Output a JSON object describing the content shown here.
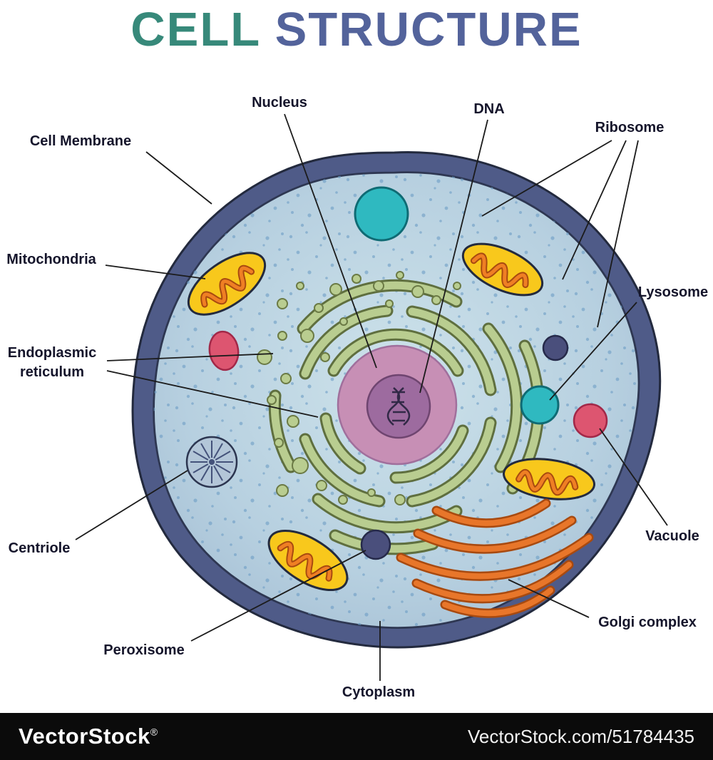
{
  "title": {
    "word1": "CELL",
    "word2": "STRUCTURE"
  },
  "labels": {
    "cell_membrane": "Cell Membrane",
    "nucleus": "Nucleus",
    "dna": "DNA",
    "ribosome": "Ribosome",
    "mitochondria": "Mitochondria",
    "lysosome": "Lysosome",
    "endoplasmic_reticulum": "Endoplasmic\nreticulum",
    "centriole": "Centriole",
    "vacuole": "Vacuole",
    "golgi_complex": "Golgi complex",
    "peroxisome": "Peroxisome",
    "cytoplasm": "Cytoplasm"
  },
  "watermark": {
    "brand": "VectorStock",
    "registered": "®",
    "site_id": "VectorStock.com/51784435"
  },
  "palette": {
    "title_teal": "#37897a",
    "title_blue": "#53639b",
    "ink": "#15152b",
    "membrane": "#4f5b88",
    "speckle": "#6d9cc4",
    "er_green": "#b9cd90",
    "er_dark": "#5f6f3f",
    "mito_yellow": "#f8c81c",
    "squiggle": "#ef7f24",
    "squiggle_dark": "#a84a10",
    "golgi": "#e8762a",
    "nucleus_pink": "#c78fb5",
    "nucleolus": "#9d6b9f",
    "teal_org": "#2fb9c0",
    "pink_org": "#dd5570",
    "purple_org": "#4a4f7c",
    "wm_bg": "#0b0b0b",
    "wm_text": "#ffffff"
  }
}
